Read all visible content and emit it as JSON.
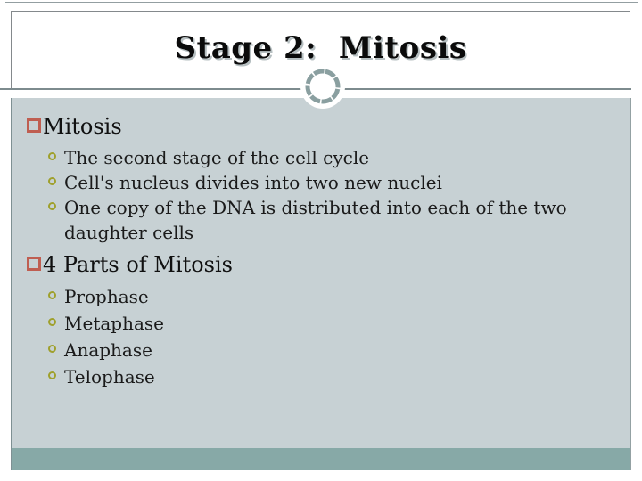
{
  "slide": {
    "title": "Stage 2:  Mitosis",
    "sections": [
      {
        "heading": "Mitosis",
        "items": [
          "The second stage of the cell cycle",
          "Cell's nucleus divides into two new nuclei",
          "One copy of the DNA is distributed into each of the two\ndaughter cells"
        ]
      },
      {
        "heading": "4 Parts of Mitosis",
        "items": [
          "Prophase",
          "Metaphase",
          "Anaphase",
          "Telophase"
        ]
      }
    ],
    "colors": {
      "content_background": "#c7d1d4",
      "bottom_band": "#87a9a7",
      "ring_ornament": "#8a9fa0",
      "square_bullet": "#bf5e51",
      "circle_bullet": "#9fa02c",
      "divider_line": "#7d8b8e",
      "title_text": "#0b0b0b",
      "body_text": "#1a1a1a"
    }
  }
}
